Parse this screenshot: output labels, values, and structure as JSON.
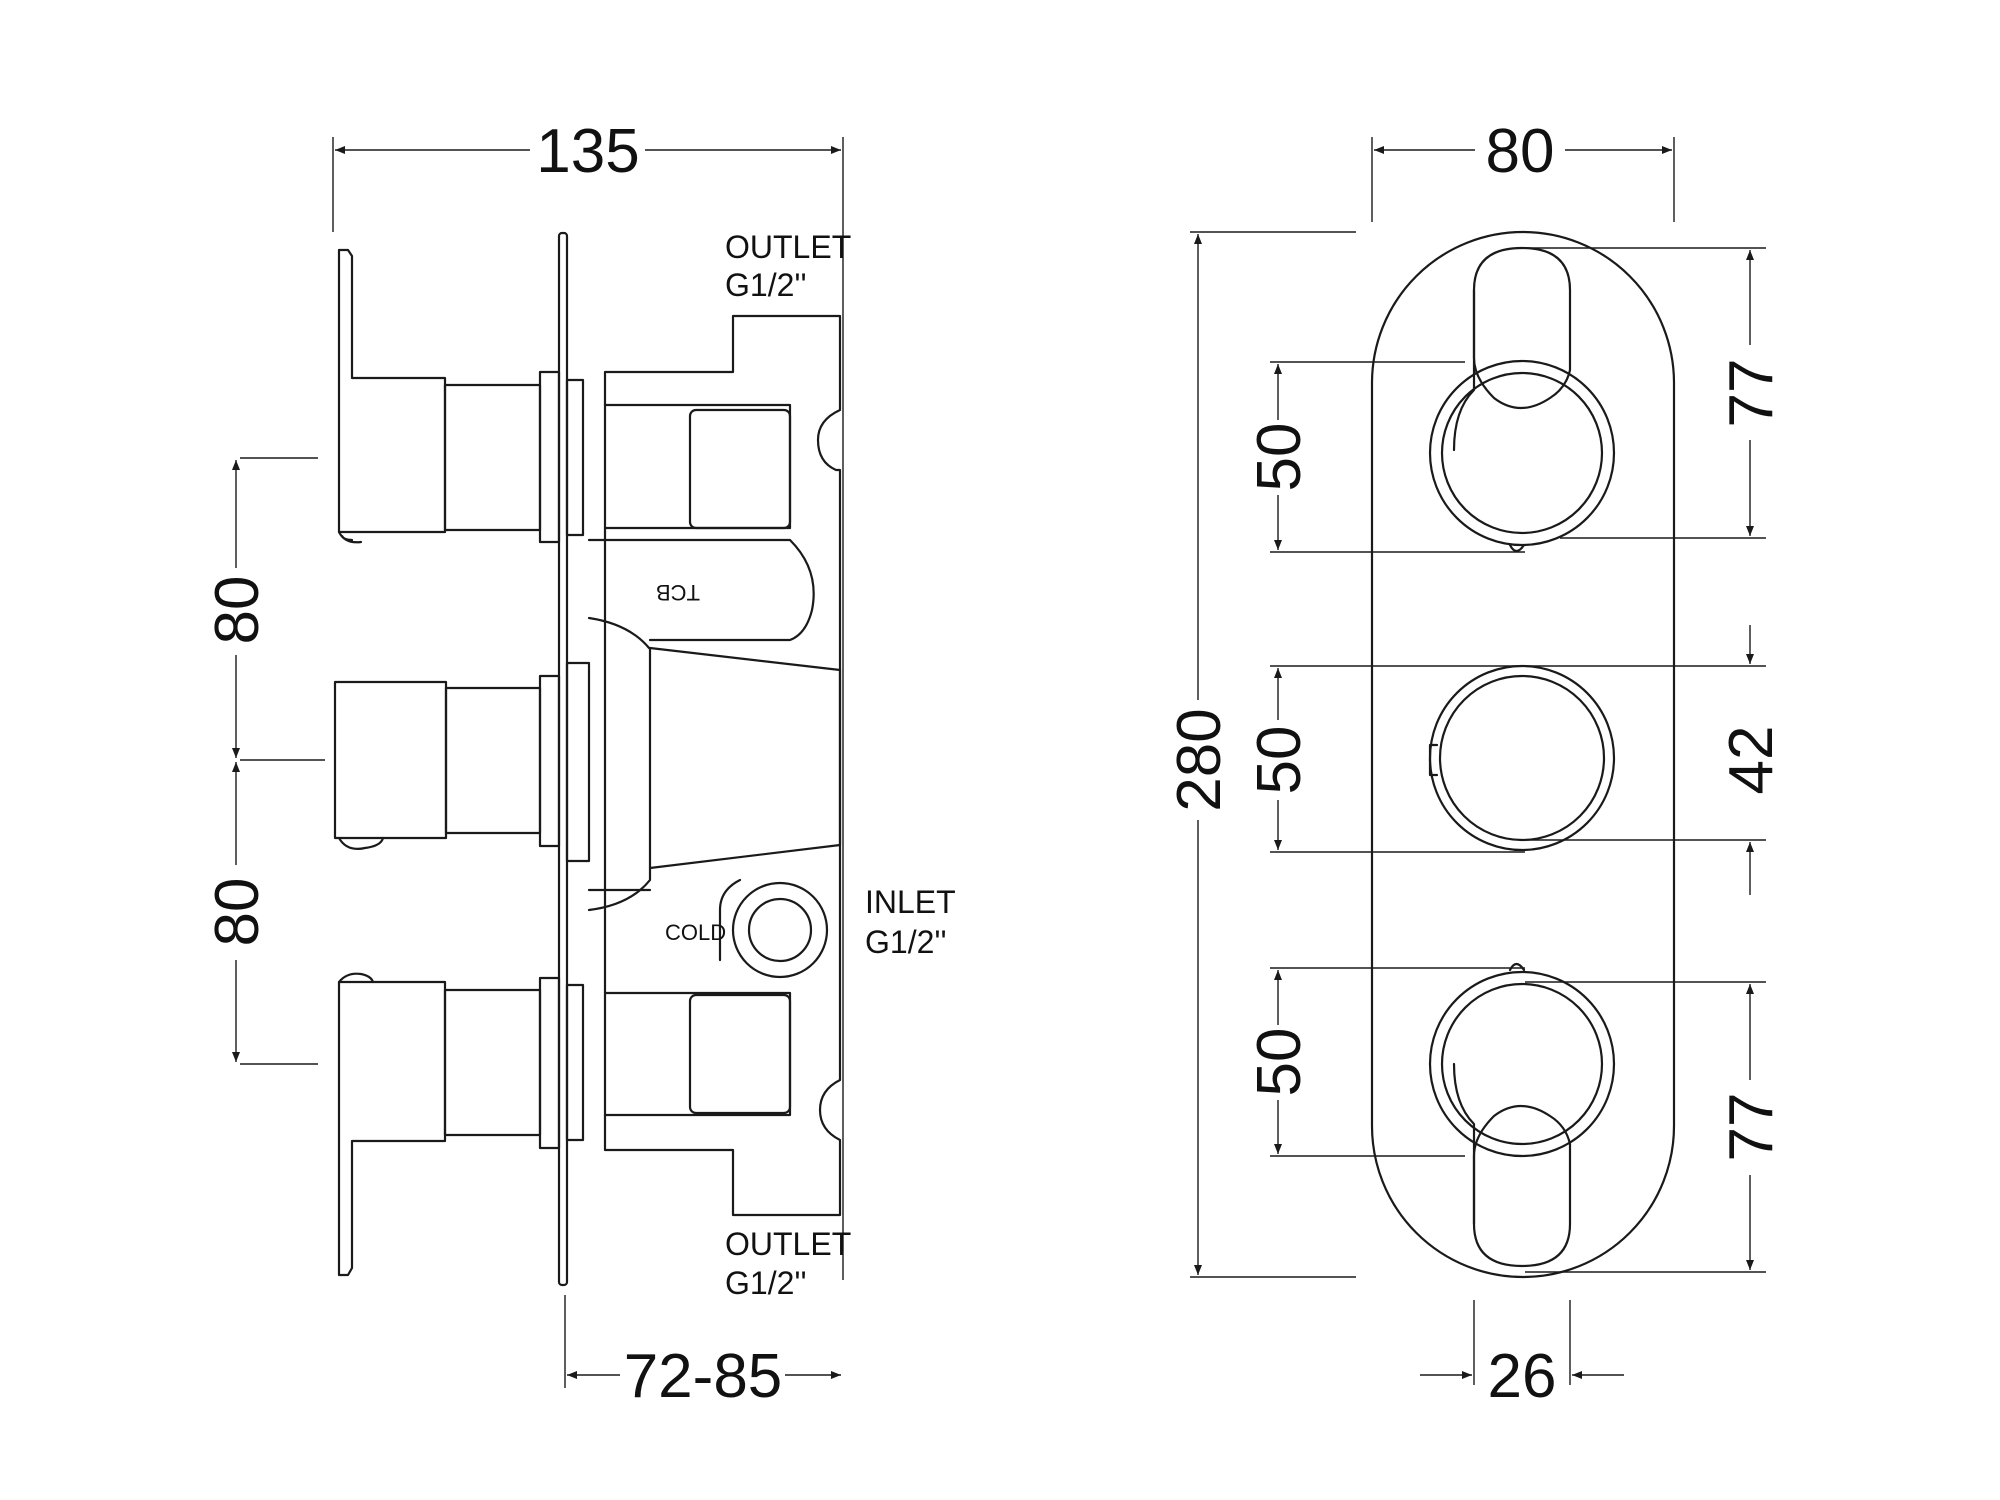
{
  "side_view": {
    "dims": {
      "overall_depth": "135",
      "spacing_upper": "80",
      "spacing_lower": "80",
      "wall_depth": "72-85"
    },
    "labels": {
      "outlet_top_line1": "OUTLET",
      "outlet_top_line2": "G1/2''",
      "outlet_bottom_line1": "OUTLET",
      "outlet_bottom_line2": "G1/2''",
      "inlet_line1": "INLET",
      "inlet_line2": "G1/2''",
      "cold": "COLD",
      "tcb": "TCB"
    }
  },
  "front_view": {
    "dims": {
      "width": "80",
      "height": "280",
      "top_handle_dia": "50",
      "middle_knob_dia": "50",
      "bottom_handle_dia": "50",
      "top_handle_height": "77",
      "middle_knob_size": "42",
      "bottom_handle_height": "77",
      "handle_width": "26"
    }
  }
}
